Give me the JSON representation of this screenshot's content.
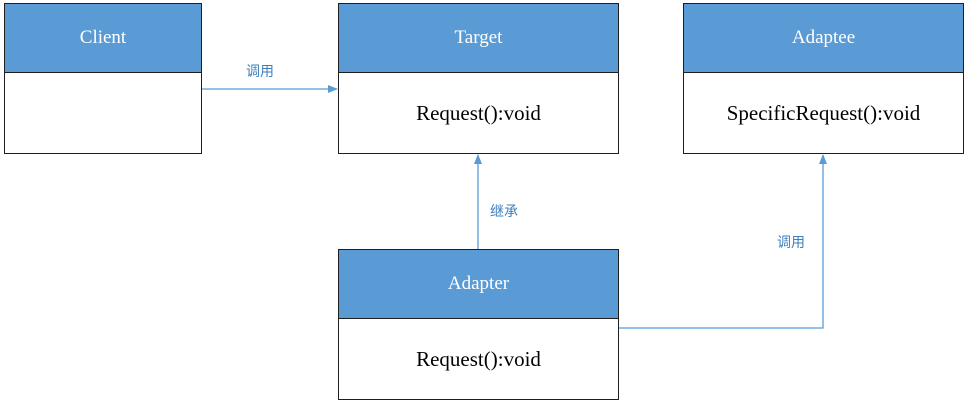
{
  "colors": {
    "header_fill": "#5b9bd5",
    "connector": "#5b9bd5",
    "border": "#1f1f1f",
    "label_text": "#3f7fbf"
  },
  "classes": {
    "client": {
      "name": "Client",
      "method": ""
    },
    "target": {
      "name": "Target",
      "method": "Request():void"
    },
    "adaptee": {
      "name": "Adaptee",
      "method": "SpecificRequest():void"
    },
    "adapter": {
      "name": "Adapter",
      "method": "Request():void"
    }
  },
  "relations": {
    "client_to_target": "调用",
    "adapter_to_target": "继承",
    "adapter_to_adaptee": "调用"
  }
}
